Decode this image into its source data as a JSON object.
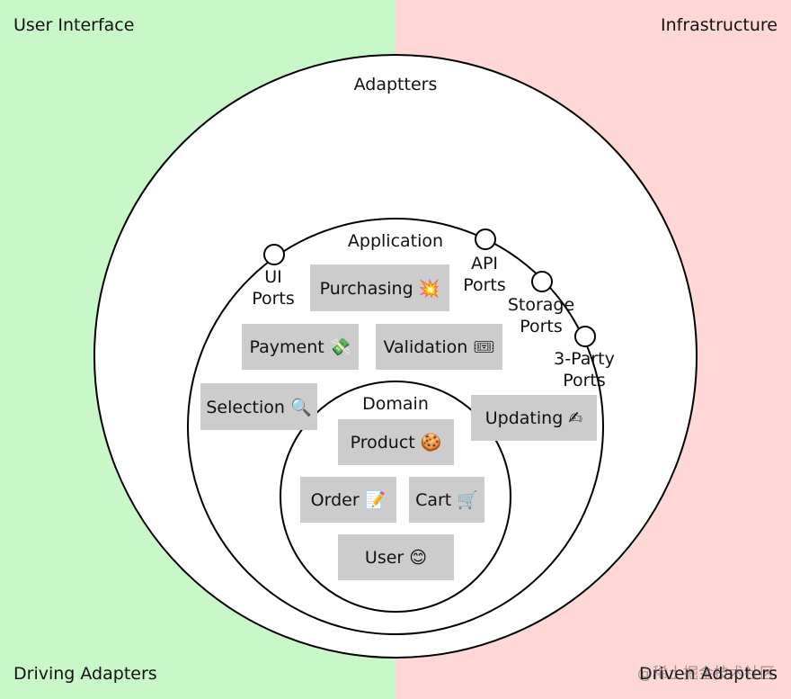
{
  "corners": {
    "top_left": "User Interface",
    "top_right": "Infrastructure",
    "bottom_left": "Driving Adapters",
    "bottom_right": "Driven Adapters"
  },
  "layers": {
    "outer": "Adaptters",
    "middle": "Application",
    "inner": "Domain"
  },
  "ports": {
    "ui": [
      "UI",
      "Ports"
    ],
    "api": [
      "API",
      "Ports"
    ],
    "storage": [
      "Storage",
      "Ports"
    ],
    "third_party": [
      "3-Party",
      "Ports"
    ]
  },
  "application_modules": {
    "purchasing": "Purchasing 💥",
    "payment": "Payment 💸",
    "validation": "Validation 🎟",
    "selection": "Selection 🔍",
    "updating": "Updating ✍"
  },
  "domain_entities": {
    "product": "Product 🍪",
    "order": "Order 📝",
    "cart": "Cart 🛒",
    "user": "User 😊"
  },
  "watermark": "@稀土掘金技术社区",
  "colors": {
    "driving_side": "#c8f7c8",
    "driven_side": "#ffd7d7",
    "module_box": "#cccccc"
  }
}
